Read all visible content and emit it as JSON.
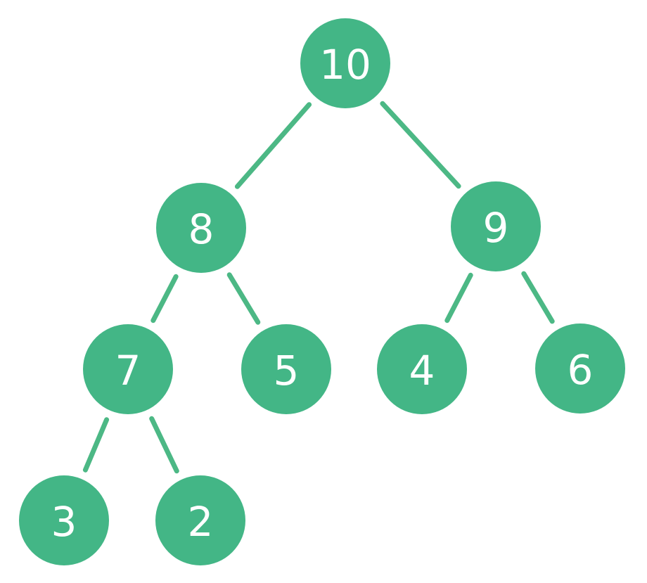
{
  "tree": {
    "colors": {
      "node_fill": "#43b686",
      "edge_stroke": "#4cb885",
      "label": "#ffffff"
    },
    "nodes": [
      {
        "id": "n10",
        "label": "10"
      },
      {
        "id": "n8",
        "label": "8"
      },
      {
        "id": "n9",
        "label": "9"
      },
      {
        "id": "n7",
        "label": "7"
      },
      {
        "id": "n5",
        "label": "5"
      },
      {
        "id": "n4",
        "label": "4"
      },
      {
        "id": "n6",
        "label": "6"
      },
      {
        "id": "n3",
        "label": "3"
      },
      {
        "id": "n2",
        "label": "2"
      }
    ],
    "edges": [
      {
        "from": "n10",
        "to": "n8"
      },
      {
        "from": "n10",
        "to": "n9"
      },
      {
        "from": "n8",
        "to": "n7"
      },
      {
        "from": "n8",
        "to": "n5"
      },
      {
        "from": "n9",
        "to": "n4"
      },
      {
        "from": "n9",
        "to": "n6"
      },
      {
        "from": "n7",
        "to": "n3"
      },
      {
        "from": "n7",
        "to": "n2"
      }
    ]
  }
}
